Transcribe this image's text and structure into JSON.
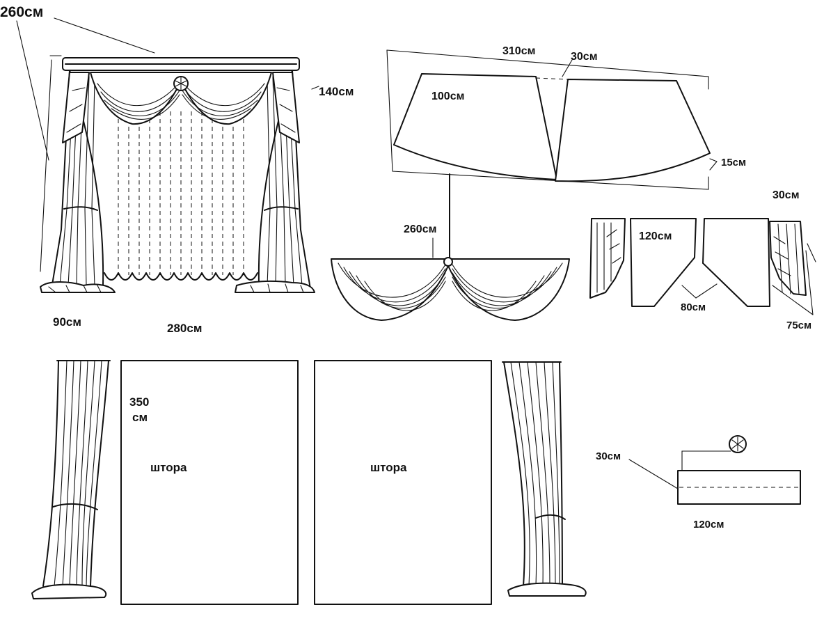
{
  "labels": {
    "rod_width": "260см",
    "valance_drop": "140см",
    "tieback_side": "90см",
    "curtain_width": "280см",
    "swag_total": "310см",
    "swag_gap": "30см",
    "swag_panel": "100см",
    "swag_depth": "15см",
    "swag_length": "260см",
    "jabot_top": "30см",
    "jabot_panel": "120см",
    "jabot_bottom": "80см",
    "jabot_side": "75см",
    "curtain_height_num": "350",
    "curtain_height_unit": "см",
    "curtain_left": "штора",
    "curtain_right": "штора",
    "tie_height": "30см",
    "tie_length": "120см"
  },
  "colors": {
    "ink": "#111111",
    "paper": "#ffffff"
  }
}
